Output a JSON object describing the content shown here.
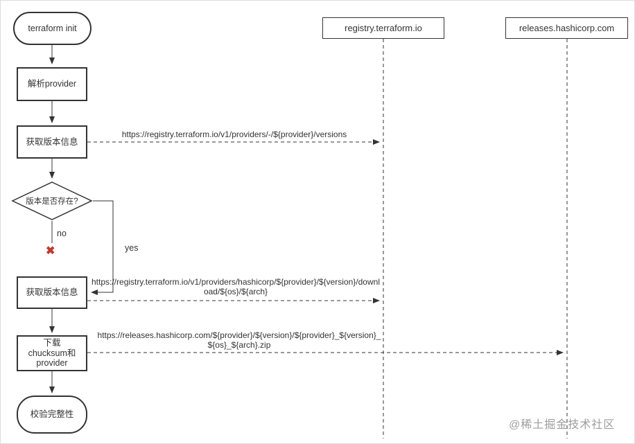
{
  "nodes": {
    "start": "terraform init",
    "parse": "解析provider",
    "fetch1": "获取版本信息",
    "decision": "版本是否存在?",
    "no_label": "no",
    "yes_label": "yes",
    "fetch2": "获取版本信息",
    "download": "下载\nchucksum和\nprovider",
    "verify": "校验完整性"
  },
  "lifelines": {
    "registry": "registry.terraform.io",
    "releases": "releases.hashicorp.com"
  },
  "messages": {
    "versions": "https://registry.terraform.io/v1/providers/-/${provider}/versions",
    "download_meta": "https://registry.terraform.io/v1/providers/hashicorp/${provider}/${version}/download/${os}/${arch}",
    "download_zip": "https://releases.hashicorp.com/${provider}/${version}/${provider}_${version}_${os}_${arch}.zip"
  },
  "icons": {
    "error_x": "✖"
  },
  "watermark": "@稀土掘金技术社区",
  "colors": {
    "stroke": "#333333",
    "error": "#c0392b",
    "watermark": "#9d9d9d"
  }
}
